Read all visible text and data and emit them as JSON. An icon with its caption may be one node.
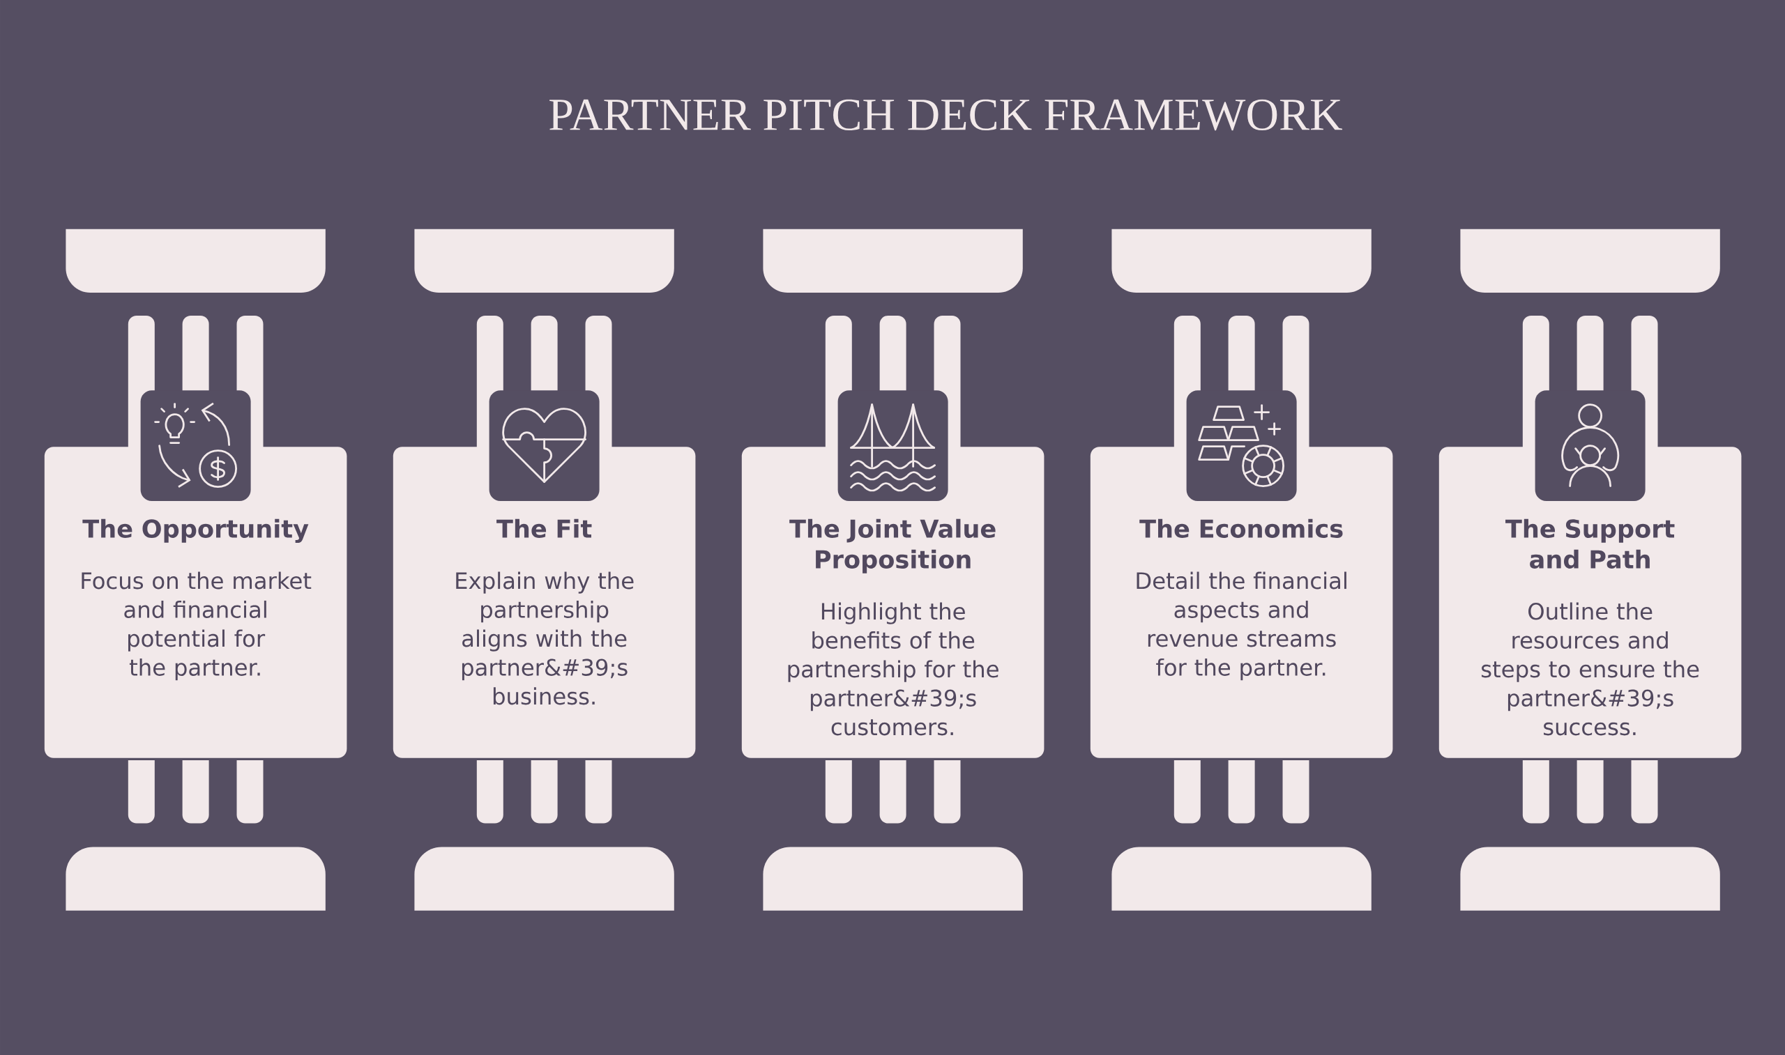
{
  "diagram": {
    "title": "PARTNER PITCH DECK FRAMEWORK",
    "nodes": [
      {
        "text": [
          "The Opportunity",
          "Focus on the market and financial potential for the partner."
        ]
      },
      {
        "text": [
          "The Fit",
          "Explain why the partnership aligns with the partner&#39;s business."
        ]
      },
      {
        "text": [
          "The Joint Value Proposition",
          "Highlight the benefits of the partnership for the partner&#39;s customers."
        ]
      },
      {
        "text": [
          "The Economics",
          "Detail the financial aspects and revenue streams for the partner."
        ]
      },
      {
        "text": [
          "The Support and Path",
          "Outline the resources and steps to ensure the partner&#39;s success."
        ]
      }
    ]
  }
}
